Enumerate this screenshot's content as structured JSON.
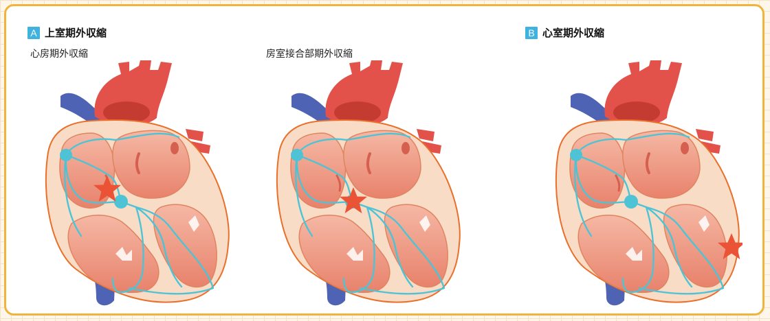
{
  "section_a": {
    "badge": "A",
    "title": "上室期外収縮"
  },
  "section_b": {
    "badge": "B",
    "title": "心室期外収縮"
  },
  "labels": {
    "atrial": "心房期外収縮",
    "junctional": "房室接合部期外収縮"
  },
  "colors": {
    "frame_border": "#f0b43e",
    "badge": "#3fb2df",
    "aorta": "#e2514a",
    "vena_cava": "#4f63b5",
    "myocardium": "#f9dcc6",
    "chamber": "#ee9a86",
    "conduction": "#4ec3d6",
    "star": "#ea5335"
  },
  "icons": {
    "origin_marker": "star-icon"
  }
}
